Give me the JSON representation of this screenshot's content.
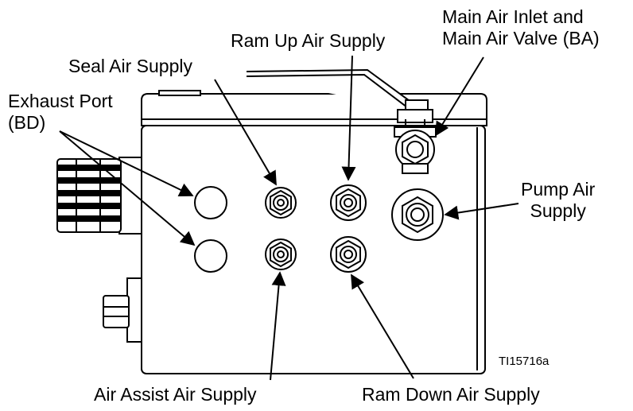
{
  "labels": {
    "main_air_inlet_line1": "Main Air Inlet and",
    "main_air_inlet_line2": "Main Air Valve (BA)",
    "ram_up": "Ram Up Air Supply",
    "seal_air": "Seal Air Supply",
    "exhaust_line1": "Exhaust Port",
    "exhaust_line2": "(BD)",
    "pump_air_line1": "Pump Air",
    "pump_air_line2": "Supply",
    "air_assist": "Air Assist Air Supply",
    "ram_down": "Ram Down Air Supply"
  },
  "figure_code": "TI15716a"
}
